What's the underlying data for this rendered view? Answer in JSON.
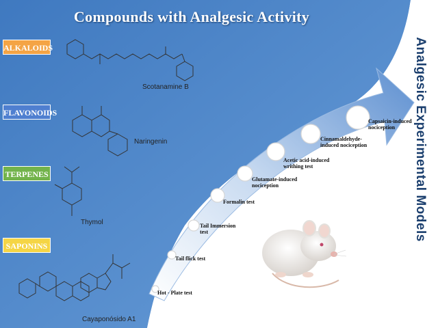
{
  "title": "Compounds with Analgesic Activity",
  "side_title": "Analgesic Experimental Models",
  "categories": [
    {
      "label": "ALKALOIDS",
      "compound": "Scotanamine B",
      "color": "#f4a445"
    },
    {
      "label": "FLAVONOIDS",
      "compound": "Naringenin",
      "color": "#4f7fd0"
    },
    {
      "label": "TERPENES",
      "compound": "Thymol",
      "color": "#72b34b"
    },
    {
      "label": "SAPONINS",
      "compound": "Cayaponósido A1",
      "color": "#f5d545"
    }
  ],
  "steps": [
    {
      "label": "Hot - Plate test"
    },
    {
      "label": "Tail flick test"
    },
    {
      "label": "Tail Immersion\ntest"
    },
    {
      "label": "Formalin test"
    },
    {
      "label": "Glutamate-induced\nnociception"
    },
    {
      "label": "Acetic acid-induced\nwrithing test"
    },
    {
      "label": "Cinnamaldehyde-\ninduced nociception"
    },
    {
      "label": "Capsaicin-induced\nnociception"
    }
  ],
  "colors": {
    "blue_panel": "#4a85c9",
    "arrow": "#6f9bd3",
    "dark_blue": "#1b3f6e"
  },
  "icons": [
    "chemical-structure-icon",
    "rat-icon"
  ]
}
